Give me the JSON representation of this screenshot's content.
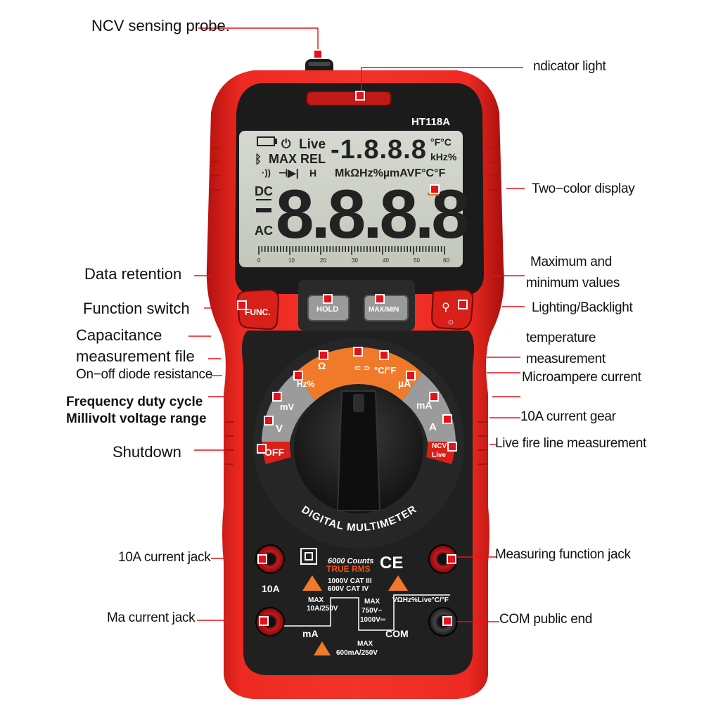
{
  "labels": {
    "ncv_probe": "NCV sensing probe.",
    "indicator": "ndicator light",
    "two_color": "Two−color display",
    "max_min_1": "Maximum and",
    "max_min_2": "minimum values",
    "lighting": "Lighting/Backlight",
    "temp_1": "temperature",
    "temp_2": "measurement",
    "microampere": "Microampere current",
    "ten_a_gear": "10A current gear",
    "live_fire": "Live fire line measurement",
    "measuring_jack": "Measuring function jack",
    "com_public": "COM public end",
    "data_retention": "Data retention",
    "function_switch": "Function switch",
    "capacitance_1": "Capacitance",
    "capacitance_2": "measurement file",
    "onoff_diode": "On−off diode resistance",
    "frequency": "Frequency duty cycle",
    "millivolt": "Millivolt voltage range",
    "shutdown": "Shutdown",
    "ten_a_jack": "10A current jack",
    "ma_jack": "Ma current jack"
  },
  "device": {
    "model": "HT118A",
    "lcd_live": "Live",
    "lcd_small_digits": "-1.8.8.8",
    "lcd_unit_top": "°F°C",
    "lcd_khz": "kHz%",
    "lcd_max_rel": "MAX REL",
    "lcd_units_row": "MkΩHz%µmAVF°C°F",
    "lcd_dc": "DC",
    "lcd_ac": "AC",
    "lcd_big_digits": "8.8.8.8",
    "scale": [
      "0",
      "10",
      "20",
      "30",
      "40",
      "50",
      "60"
    ],
    "btn_func": "FUNC.",
    "btn_hold": "HOLD",
    "btn_maxmin": "MAX/MIN",
    "dial": {
      "ohm": "Ω",
      "cap": "⸦⸧",
      "temp": "°C/°F",
      "hz": "Hz%",
      "mv": "mV",
      "v": "V",
      "off": "OFF",
      "ua": "µA",
      "ma": "mA",
      "a": "A",
      "ncv": "NCV",
      "live": "Live"
    },
    "dial_arc_text": "DIGITAL MULTIMETER",
    "counts": "6000 Counts",
    "true_rms": "TRUE RMS",
    "ce": "CE",
    "cat_1": "1000V CAT III",
    "cat_2": "600V CAT IV",
    "jack_10a": "10A",
    "max_10a_1": "MAX",
    "max_10a_2": "10A/250V",
    "max_v_1": "MAX",
    "max_v_2": "750V~",
    "max_v_3": "1000V═",
    "func_jack_label": "VΩHz%Live°C/°F",
    "jack_ma": "mA",
    "jack_com": "COM",
    "max_ma_1": "MAX",
    "max_ma_2": "600mA/250V"
  },
  "colors": {
    "body_red": "#e8231f",
    "marker_red": "#e8101a",
    "lcd_bg": "#cfd3c9",
    "dial_orange": "#f07a2a"
  }
}
